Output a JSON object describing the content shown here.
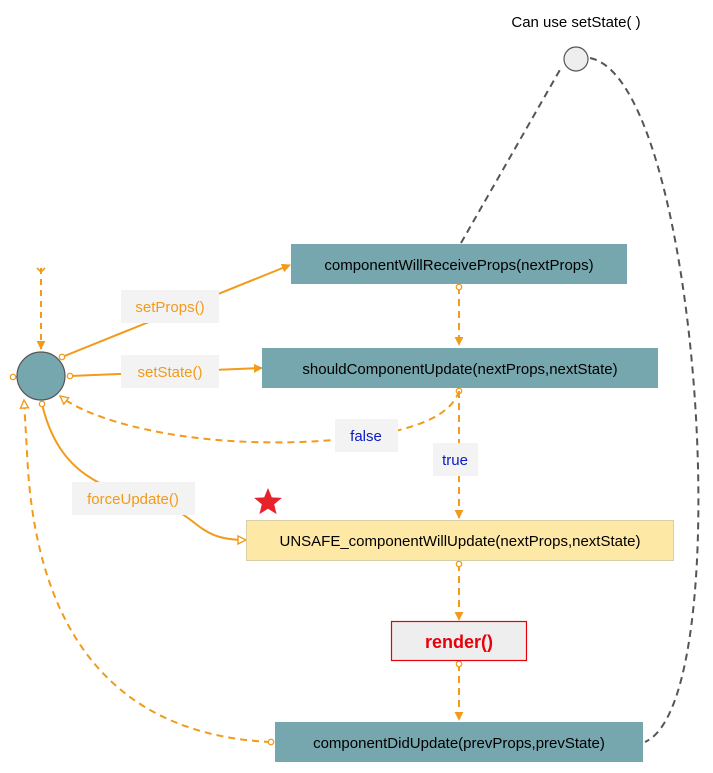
{
  "title": "Can use setState( )",
  "nodes": {
    "will_receive_props": "componentWillReceiveProps(nextProps)",
    "should_update": "shouldComponentUpdate(nextProps,nextState)",
    "will_update": "UNSAFE_componentWillUpdate(nextProps,nextState)",
    "render": "render()",
    "did_update": "componentDidUpdate(prevProps,prevState)"
  },
  "edge_labels": {
    "set_props": "setProps()",
    "set_state": "setState()",
    "false_label": "false",
    "true_label": "true",
    "force_update": "forceUpdate()"
  },
  "colors": {
    "accent": "#f29b1b",
    "node_fill": "#76a6ae",
    "highlight_fill": "#fee8a5",
    "render_text": "#e8000b",
    "branch_text": "#0a1cc2",
    "star": "#e8222a",
    "label_bg": "#f3f3f3",
    "dark_line": "#555555"
  },
  "icons": {
    "start": "state-circle-icon",
    "marker": "star-icon"
  }
}
